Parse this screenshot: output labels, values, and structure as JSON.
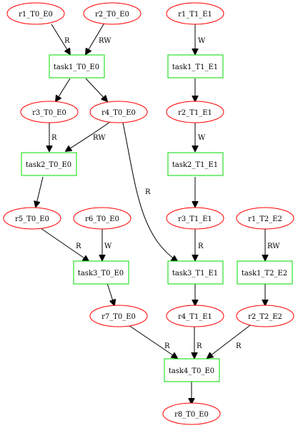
{
  "colors": {
    "resource_border": "#ff0000",
    "task_border": "#00dd00",
    "edge": "#000000"
  },
  "nodes": {
    "r1_T0_E0": "r1_T0_E0",
    "r2_T0_E0": "r2_T0_E0",
    "task1_T0_E0": "task1_T0_E0",
    "r3_T0_E0": "r3_T0_E0",
    "r4_T0_E0": "r4_T0_E0",
    "task2_T0_E0": "task2_T0_E0",
    "r5_T0_E0": "r5_T0_E0",
    "r6_T0_E0": "r6_T0_E0",
    "task3_T0_E0": "task3_T0_E0",
    "r7_T0_E0": "r7_T0_E0",
    "task4_T0_E0": "task4_T0_E0",
    "r8_T0_E0": "r8_T0_E0",
    "r1_T1_E1": "r1_T1_E1",
    "task1_T1_E1": "task1_T1_E1",
    "r2_T1_E1": "r2_T1_E1",
    "task2_T1_E1": "task2_T1_E1",
    "r3_T1_E1": "r3_T1_E1",
    "task3_T1_E1": "task3_T1_E1",
    "r4_T1_E1": "r4_T1_E1",
    "r1_T2_E2": "r1_T2_E2",
    "task1_T2_E2": "task1_T2_E2",
    "r2_T2_E2": "r2_T2_E2"
  },
  "edge_labels": {
    "r1_T0_E0__task1_T0_E0": "R",
    "r2_T0_E0__task1_T0_E0": "RW",
    "r3_T0_E0__task2_T0_E0": "R",
    "r4_T0_E0__task2_T0_E0": "RW",
    "r4_T0_E0__task3_T1_E1": "R",
    "r5_T0_E0__task3_T0_E0": "R",
    "r6_T0_E0__task3_T0_E0": "W",
    "r7_T0_E0__task4_T0_E0": "R",
    "r4_T1_E1__task4_T0_E0": "R",
    "r2_T2_E2__task4_T0_E0": "R",
    "r1_T1_E1__task1_T1_E1": "W",
    "r2_T1_E1__task2_T1_E1": "W",
    "r3_T1_E1__task3_T1_E1": "R",
    "r1_T2_E2__task1_T2_E2": "RW"
  }
}
